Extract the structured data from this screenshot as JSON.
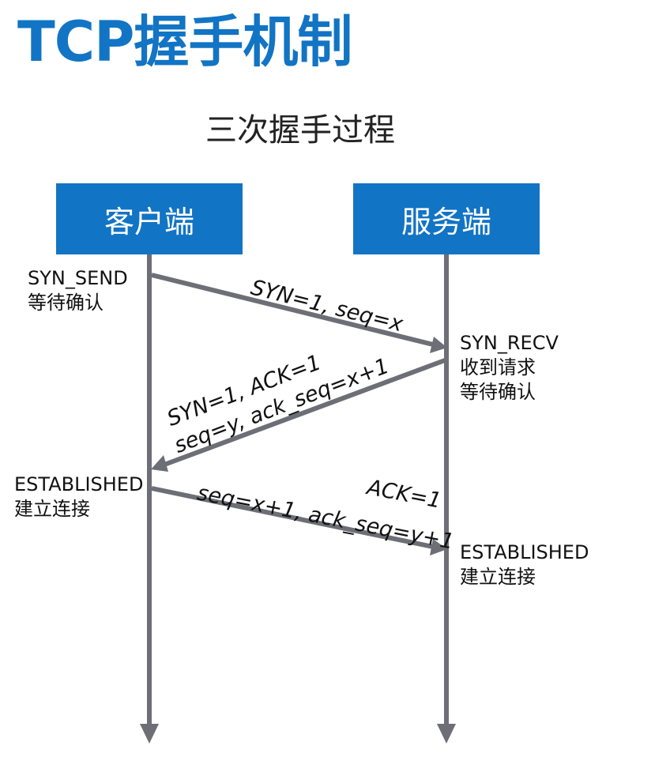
{
  "title": "TCP握手机制",
  "subtitle": "三次握手过程",
  "nodes": {
    "client": "客户端",
    "server": "服务端"
  },
  "colors": {
    "accent": "#1274c4",
    "line": "#6d6e76",
    "text": "#111111"
  },
  "states": {
    "client_1": [
      "SYN_SEND",
      "等待确认"
    ],
    "server_1": [
      "SYN_RECV",
      "收到请求",
      "等待确认"
    ],
    "client_2": [
      "ESTABLISHED",
      "建立连接"
    ],
    "server_2": [
      "ESTABLISHED",
      "建立连接"
    ]
  },
  "messages": {
    "m1": "SYN=1, seq=x",
    "m2_line1": "SYN=1, ACK=1",
    "m2_line2": "seq=y, ack_seq=x+1",
    "m3_line1": "ACK=1",
    "m3_line2": "seq=x+1, ack_seq=y+1"
  }
}
